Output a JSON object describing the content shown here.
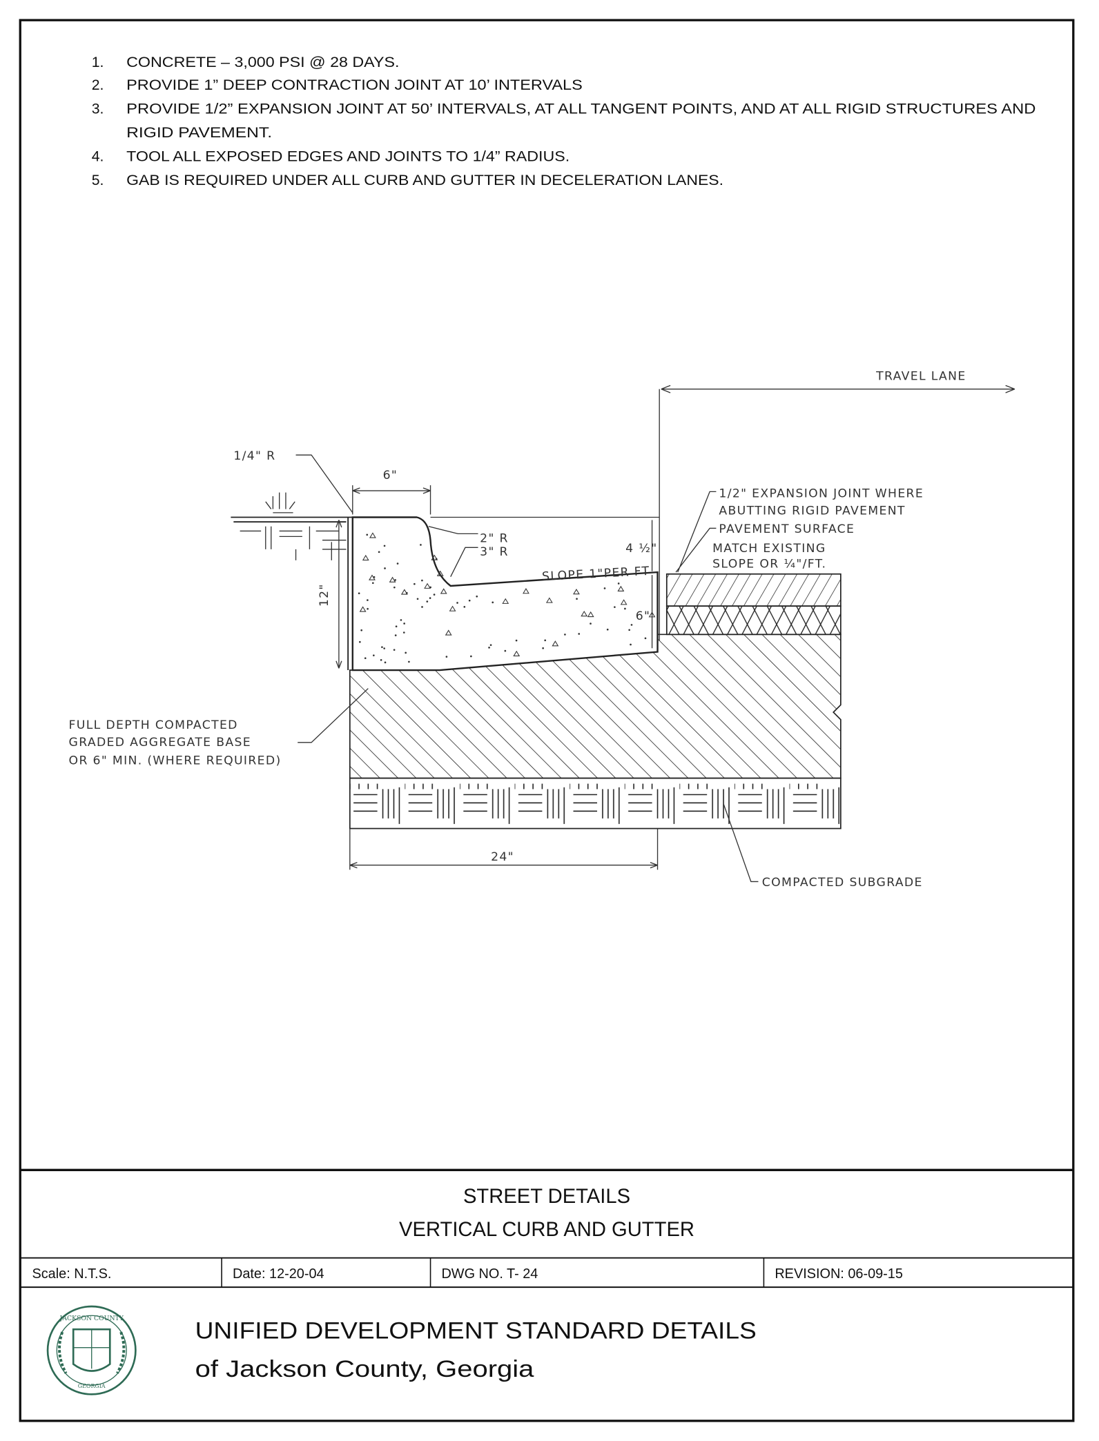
{
  "notes": [
    {
      "num": "1.",
      "text": "CONCRETE – 3,000 PSI @ 28 DAYS."
    },
    {
      "num": "2.",
      "text": "PROVIDE 1” DEEP CONTRACTION JOINT AT 10’ INTERVALS"
    },
    {
      "num": "3.",
      "text": "PROVIDE 1/2” EXPANSION JOINT AT 50’ INTERVALS, AT ALL TANGENT POINTS, AND AT ALL RIGID STRUCTURES AND",
      "cont": "RIGID PAVEMENT."
    },
    {
      "num": "4.",
      "text": "TOOL ALL EXPOSED EDGES AND JOINTS TO 1/4” RADIUS."
    },
    {
      "num": "5.",
      "text": "GAB IS REQUIRED UNDER ALL CURB AND GUTTER IN DECELERATION LANES."
    }
  ],
  "drawing": {
    "travel_lane": "TRAVEL LANE",
    "quarter_radius": "1/4\" R",
    "curb_width": "6\"",
    "radius_2": "2\" R",
    "radius_3": "3\" R",
    "depth_4_5": "4 ½\"",
    "slope": "SLOPE 1\"PER FT",
    "expansion_1": "1/2\" EXPANSION JOINT WHERE",
    "expansion_2": "ABUTTING RIGID PAVEMENT",
    "pavement_surface": "PAVEMENT SURFACE",
    "match_1": "MATCH EXISTING",
    "match_2": "SLOPE OR ¼\"/FT.",
    "depth_12": "12\"",
    "gab_1": "FULL DEPTH COMPACTED",
    "gab_2": "GRADED AGGREGATE BASE",
    "gab_3": "OR 6\" MIN. (WHERE REQUIRED)",
    "width_24": "24\"",
    "subgrade": "COMPACTED SUBGRADE",
    "thickness_6": "6\""
  },
  "title_block": {
    "title_1": "STREET DETAILS",
    "title_2": "VERTICAL CURB AND GUTTER",
    "scale": "Scale:  N.T.S.",
    "date": "Date: 12-20-04",
    "dwg_no": "DWG NO.  T- 24",
    "revision": "REVISION:  06-09-15",
    "org_1": "UNIFIED DEVELOPMENT STANDARD DETAILS",
    "org_2": "of Jackson County, Georgia",
    "seal_top": "JACKSON COUNTY",
    "seal_bottom": "GEORGIA",
    "seal_color": "#2e6b55"
  }
}
